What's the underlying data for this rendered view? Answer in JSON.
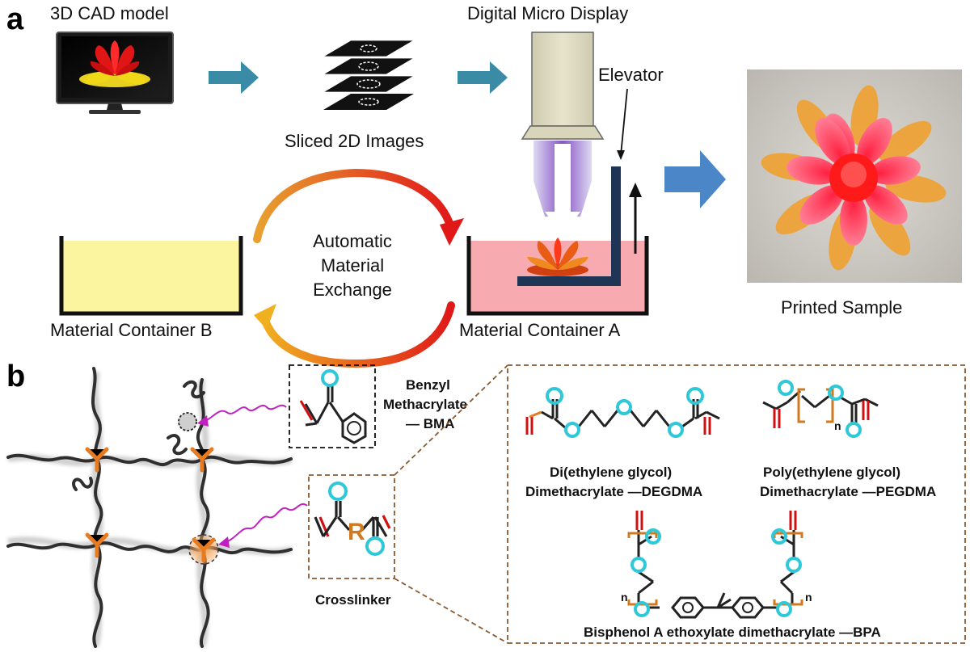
{
  "panel_a": {
    "letter": "a",
    "cad_title": "3D CAD model",
    "sliced_label": "Sliced 2D Images",
    "dmd_title": "Digital Micro Display",
    "elevator_label": "Elevator",
    "exchange_line1": "Automatic",
    "exchange_line2": "Material",
    "exchange_line3": "Exchange",
    "container_b_label": "Material Container B",
    "container_a_label": "Material Container A",
    "printed_label": "Printed Sample"
  },
  "panel_b": {
    "letter": "b",
    "bma_line1": "Benzyl",
    "bma_line2": "Methacrylate",
    "bma_line3": "— BMA",
    "crosslinker_label": "Crosslinker",
    "crosslinker_r": "R",
    "degdma_line1": "Di(ethylene glycol)",
    "degdma_line2": "Dimethacrylate —DEGDMA",
    "pegdma_line1": "Poly(ethylene glycol)",
    "pegdma_line2": "Dimethacrylate —PEGDMA",
    "pegdma_n": "n",
    "bpa_n_left": "n",
    "bpa_n_right": "n",
    "bpa_label": "Bisphenol A ethoxylate dimethacrylate —BPA"
  },
  "colors": {
    "step_arrow": "#3a8ca6",
    "big_arrow": "#4a86c8",
    "oxygen": "#2ec8d8",
    "double_bond": "#d01010",
    "bracket": "#d07a20",
    "wavy": "#c020c0",
    "container_b_fill": "#fbf5a0",
    "container_a_fill": "#f7aab0",
    "elevator": "#1f3555",
    "dmd_body": "#dedcc2"
  }
}
